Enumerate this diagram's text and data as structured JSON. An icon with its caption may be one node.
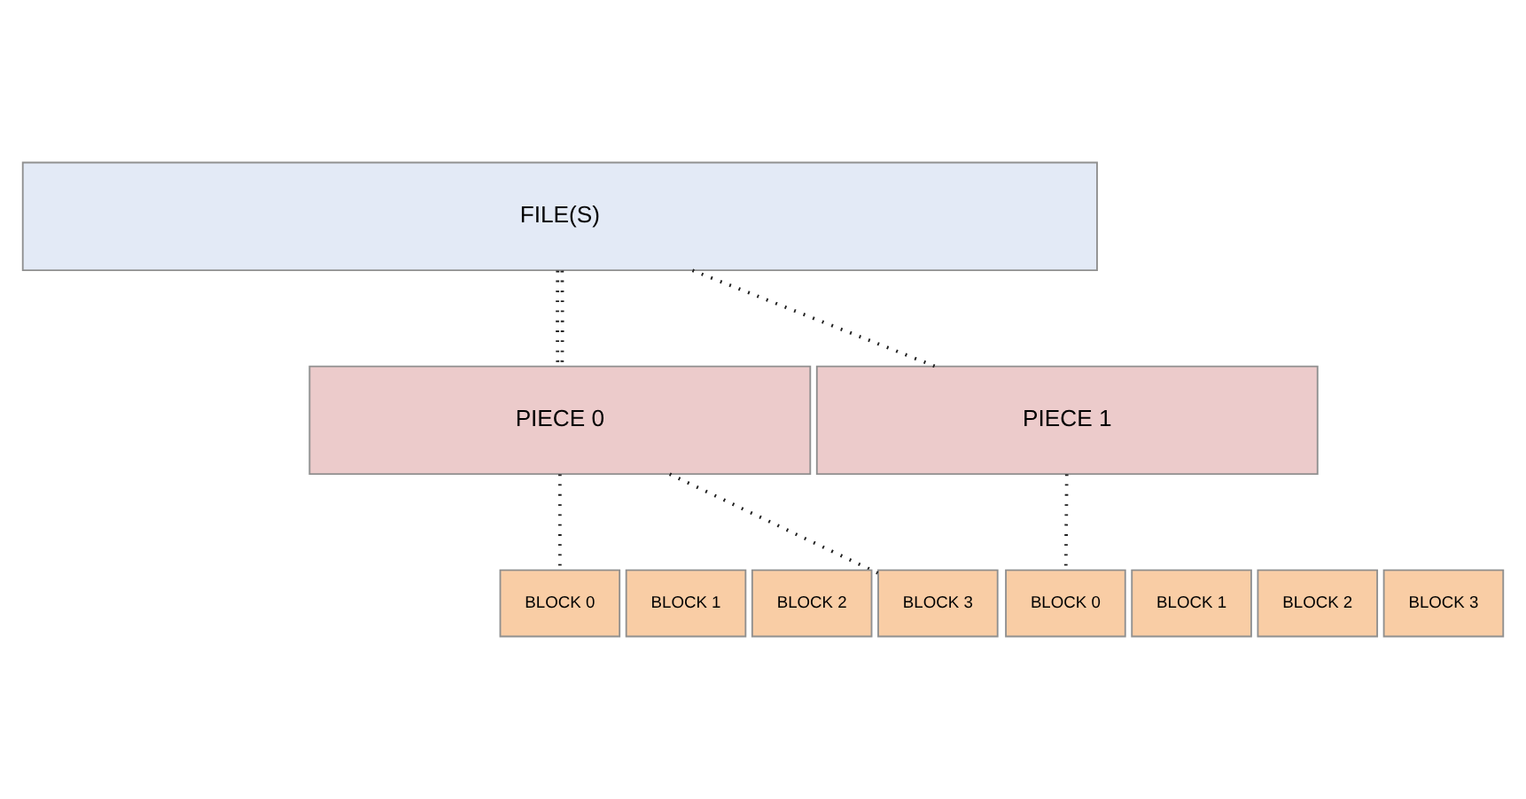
{
  "diagram": {
    "nodes": [
      {
        "text": [
          "FILE(S)"
        ]
      },
      {
        "text": [
          "PIECE 0"
        ]
      },
      {
        "text": [
          "PIECE 1"
        ]
      },
      {
        "text": [
          "BLOCK 0"
        ]
      },
      {
        "text": [
          "BLOCK 1"
        ]
      },
      {
        "text": [
          "BLOCK 2"
        ]
      },
      {
        "text": [
          "BLOCK 3"
        ]
      },
      {
        "text": [
          "BLOCK 0"
        ]
      },
      {
        "text": [
          "BLOCK 1"
        ]
      },
      {
        "text": [
          "BLOCK 2"
        ]
      },
      {
        "text": [
          "BLOCK 3"
        ]
      }
    ],
    "edges": [
      {
        "from": 0,
        "to": 1,
        "arrow": "none",
        "style": "dashed"
      },
      {
        "from": 0,
        "to": 1,
        "arrow": "none",
        "style": "dashed"
      },
      {
        "from": 0,
        "to": 2,
        "arrow": "none",
        "style": "dashed"
      },
      {
        "from": 1,
        "to": 3,
        "arrow": "none",
        "style": "dashed"
      },
      {
        "from": 1,
        "to": 6,
        "arrow": "none",
        "style": "dashed"
      },
      {
        "from": 2,
        "to": 7,
        "arrow": "none",
        "style": "dashed"
      }
    ]
  }
}
